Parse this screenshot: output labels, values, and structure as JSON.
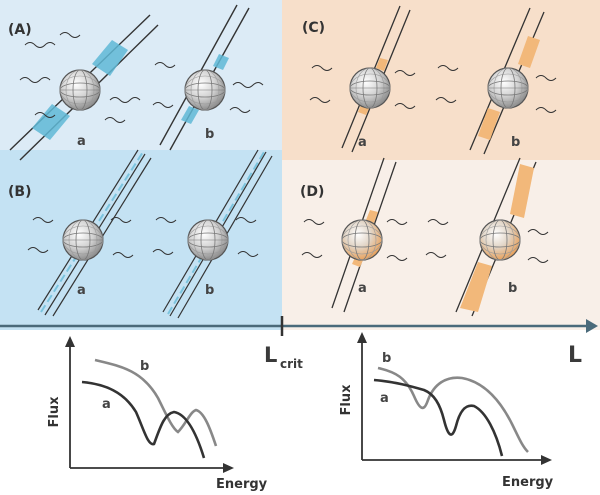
{
  "panels": {
    "A": {
      "label": "(A)",
      "left": "a",
      "right": "b",
      "color": "#dcebf6"
    },
    "B": {
      "label": "(B)",
      "left": "a",
      "right": "b",
      "color": "#c4e2f3"
    },
    "C": {
      "label": "(C)",
      "left": "a",
      "right": "b",
      "color": "#f7dfca"
    },
    "D": {
      "label": "(D)",
      "left": "a",
      "right": "b",
      "color": "#f8efe8"
    }
  },
  "axis": {
    "main_label": "L",
    "crit_label": "L",
    "crit_subscript": "crit"
  },
  "plots": {
    "left": {
      "ylabel": "Flux",
      "xlabel": "Energy",
      "curve_a": "a",
      "curve_b": "b"
    },
    "right": {
      "ylabel": "Flux",
      "xlabel": "Energy",
      "curve_a": "a",
      "curve_b": "b"
    }
  },
  "colors": {
    "jet_blue": "#5fb8d6",
    "jet_orange": "#f2b87a",
    "ink": "#333333",
    "curve_a": "#333333",
    "curve_b": "#888888"
  }
}
